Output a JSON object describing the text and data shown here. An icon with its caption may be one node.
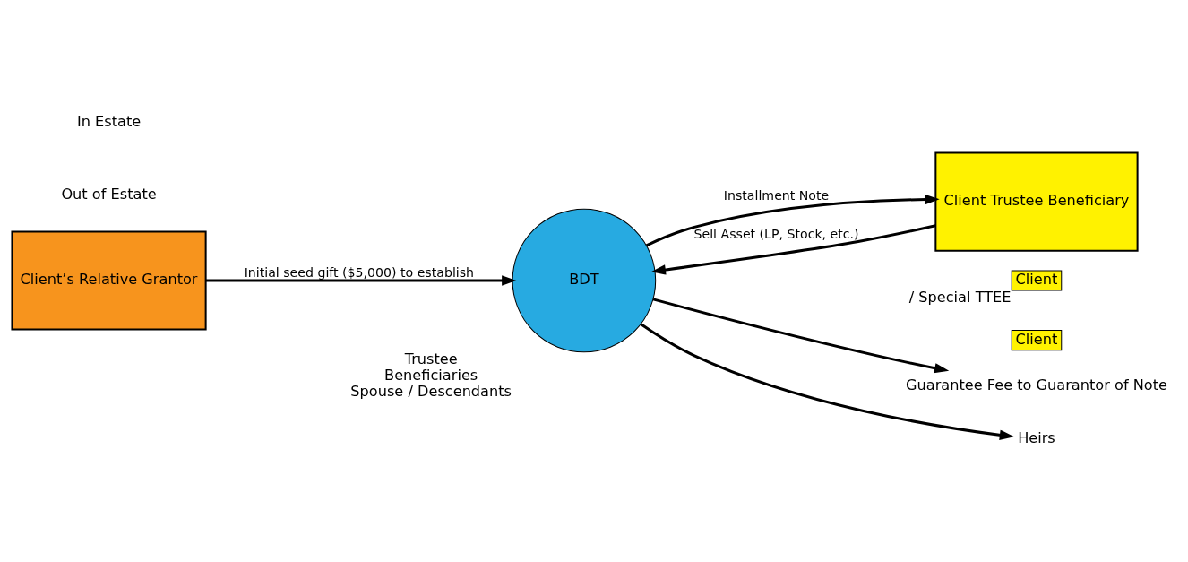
{
  "diagram": {
    "nodes": [
      {
        "text": [
          "Client’s Relative Grantor"
        ]
      },
      {
        "text": [
          "Client Trustee Beneficiary"
        ]
      },
      {
        "text": [
          "BDT"
        ],
        "beside": [
          "Trustee",
          "Beneficiaries",
          "Spouse / Descendants"
        ]
      },
      {
        "text": [
          "Client"
        ],
        "beside": [
          "/ Special TTEE"
        ]
      },
      {
        "text": [
          "Client"
        ]
      },
      {
        "text": [
          "Guarantee Fee to Guarantor of Note"
        ]
      },
      {
        "text": [
          "Heirs"
        ]
      }
    ],
    "edges": [
      {
        "from": 0,
        "to": 2,
        "arrow": "to",
        "label": "Initial seed gift ($5,000) to establish"
      },
      {
        "from": 1,
        "to": 2,
        "arrow": "to",
        "label": "Sell Asset (LP, Stock, etc.)"
      },
      {
        "from": 2,
        "to": 1,
        "arrow": "to",
        "label": "Installment Note"
      },
      {
        "from": 2,
        "to": 5,
        "arrow": "to"
      },
      {
        "from": 2,
        "to": 6,
        "arrow": "to"
      }
    ],
    "labels": [
      "In Estate",
      "Out of Estate"
    ]
  }
}
